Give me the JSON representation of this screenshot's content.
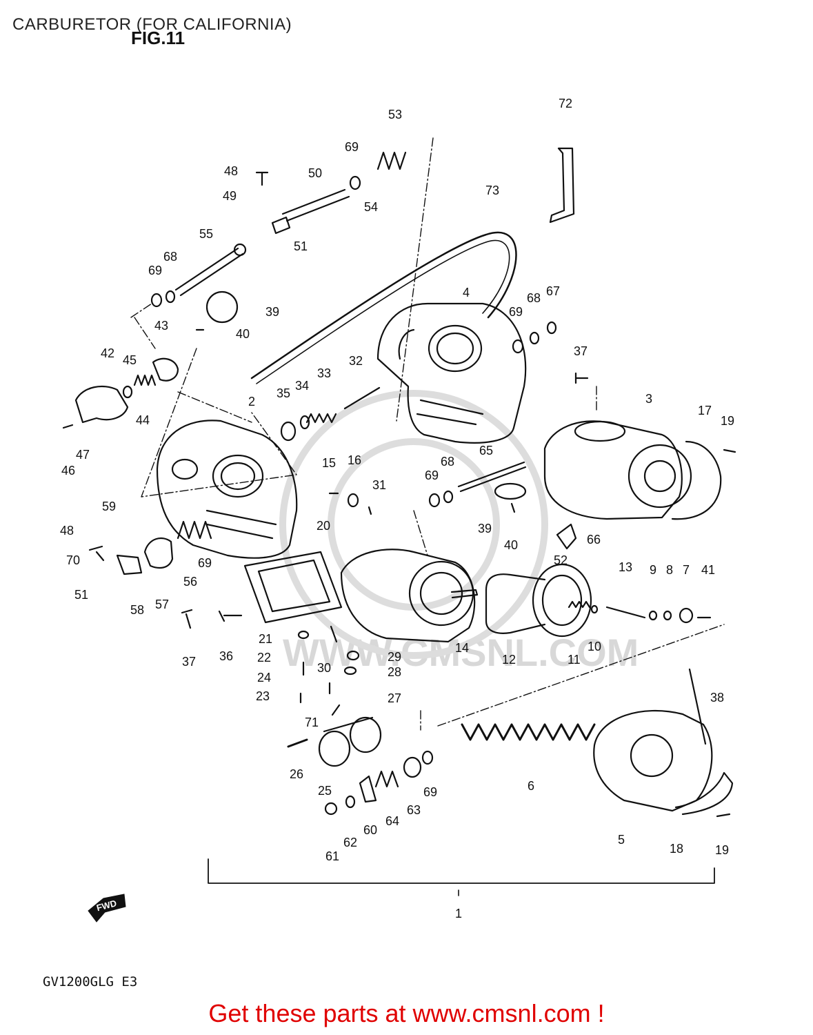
{
  "header": {
    "title": "CARBURETOR (FOR CALIFORNIA)",
    "figure": "FIG.11"
  },
  "model_code": "GV1200GLG E3",
  "footer": {
    "text": "Get these parts at www.cmsnl.com !"
  },
  "watermark": "WWW.CMSNL.COM",
  "fwd_label": "FWD",
  "callouts": [
    "1",
    "2",
    "3",
    "4",
    "5",
    "6",
    "7",
    "8",
    "9",
    "10",
    "11",
    "12",
    "13",
    "14",
    "15",
    "16",
    "17",
    "18",
    "19",
    "19",
    "20",
    "21",
    "22",
    "23",
    "24",
    "25",
    "26",
    "27",
    "28",
    "29",
    "30",
    "31",
    "32",
    "33",
    "34",
    "35",
    "36",
    "37",
    "37",
    "38",
    "39",
    "39",
    "40",
    "40",
    "41",
    "42",
    "43",
    "44",
    "45",
    "46",
    "47",
    "48",
    "48",
    "49",
    "50",
    "51",
    "51",
    "52",
    "53",
    "54",
    "55",
    "56",
    "57",
    "58",
    "59",
    "60",
    "61",
    "62",
    "63",
    "64",
    "65",
    "66",
    "67",
    "68",
    "68",
    "68",
    "69",
    "69",
    "69",
    "69",
    "69",
    "69",
    "70",
    "71",
    "72",
    "73"
  ],
  "colors": {
    "footer": "#e00000",
    "ink": "#111111",
    "watermark": "#d8d8d8"
  }
}
